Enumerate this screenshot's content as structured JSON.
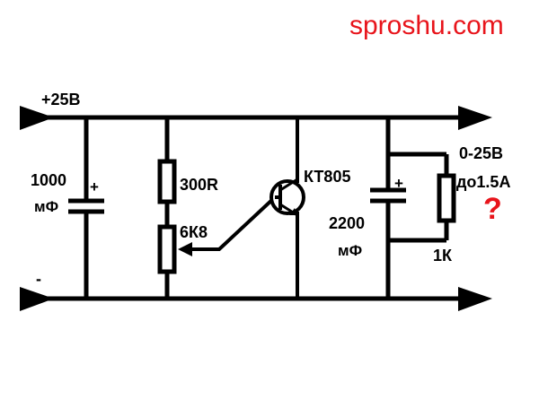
{
  "watermark": "sproshu.com",
  "rail_top_label": "+25В",
  "rail_bottom_label": "-",
  "c1": {
    "value": "1000",
    "unit": "мФ",
    "polarity": "+"
  },
  "r1": {
    "label": "300R"
  },
  "r2": {
    "label": "6К8"
  },
  "transistor": {
    "label": "КТ805"
  },
  "c2": {
    "value": "2200",
    "unit": "мФ",
    "polarity": "+"
  },
  "load": {
    "label": "1К"
  },
  "output": {
    "voltage": "0-25В",
    "current": "до1.5А"
  },
  "question_mark": "?",
  "colors": {
    "wire": "#000000",
    "accent": "#e8141b"
  }
}
